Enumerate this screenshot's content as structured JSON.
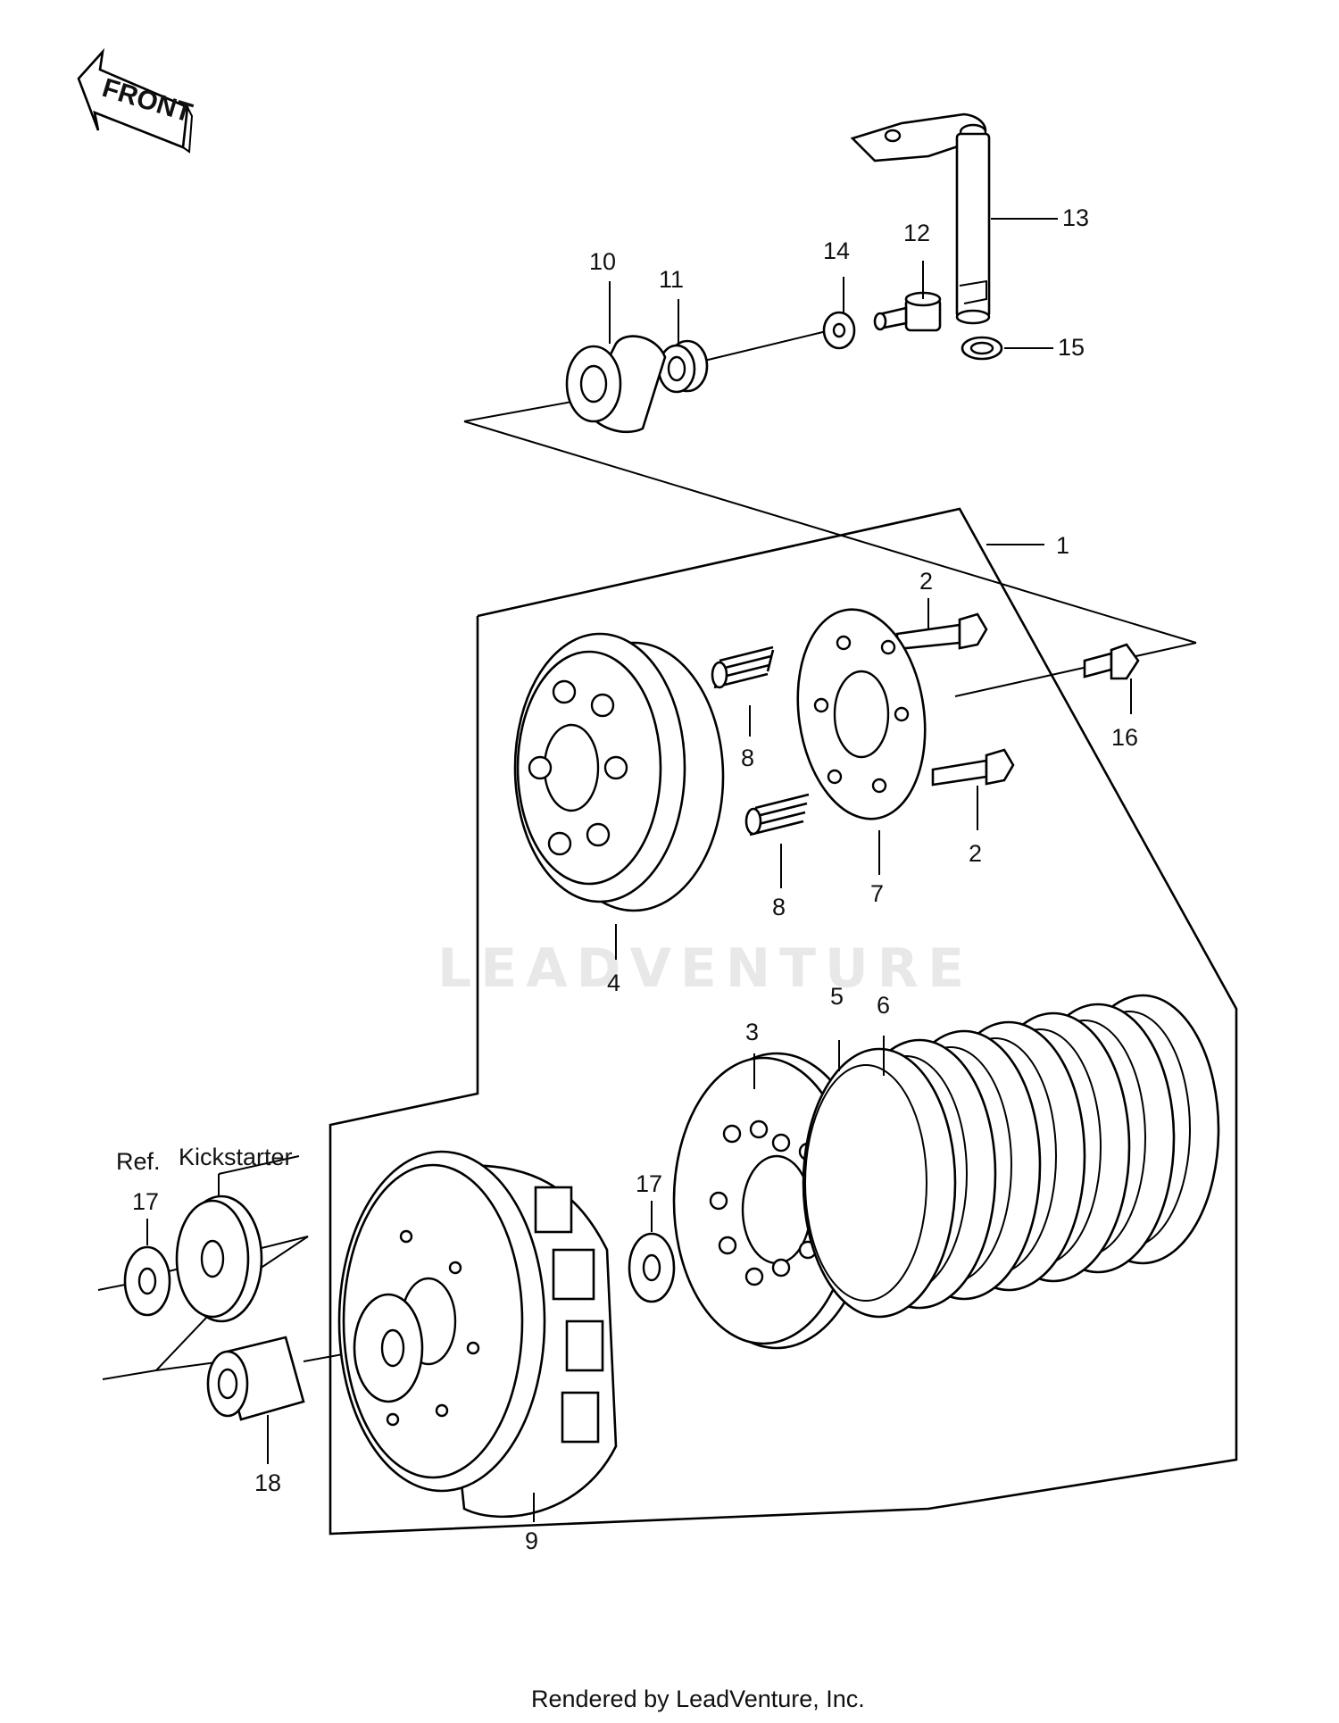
{
  "front_arrow": "FRONT",
  "watermark": "LEADVENTURE",
  "footer": "Rendered by LeadVenture, Inc.",
  "ref_label": "Ref.",
  "kickstarter_label": "Kickstarter",
  "callouts": {
    "c1": "1",
    "c2a": "2",
    "c2b": "2",
    "c3": "3",
    "c4": "4",
    "c5": "5",
    "c6": "6",
    "c7": "7",
    "c8a": "8",
    "c8b": "8",
    "c9": "9",
    "c10": "10",
    "c11": "11",
    "c12": "12",
    "c13": "13",
    "c14": "14",
    "c15": "15",
    "c16": "16",
    "c17a": "17",
    "c17b": "17",
    "c18": "18"
  }
}
